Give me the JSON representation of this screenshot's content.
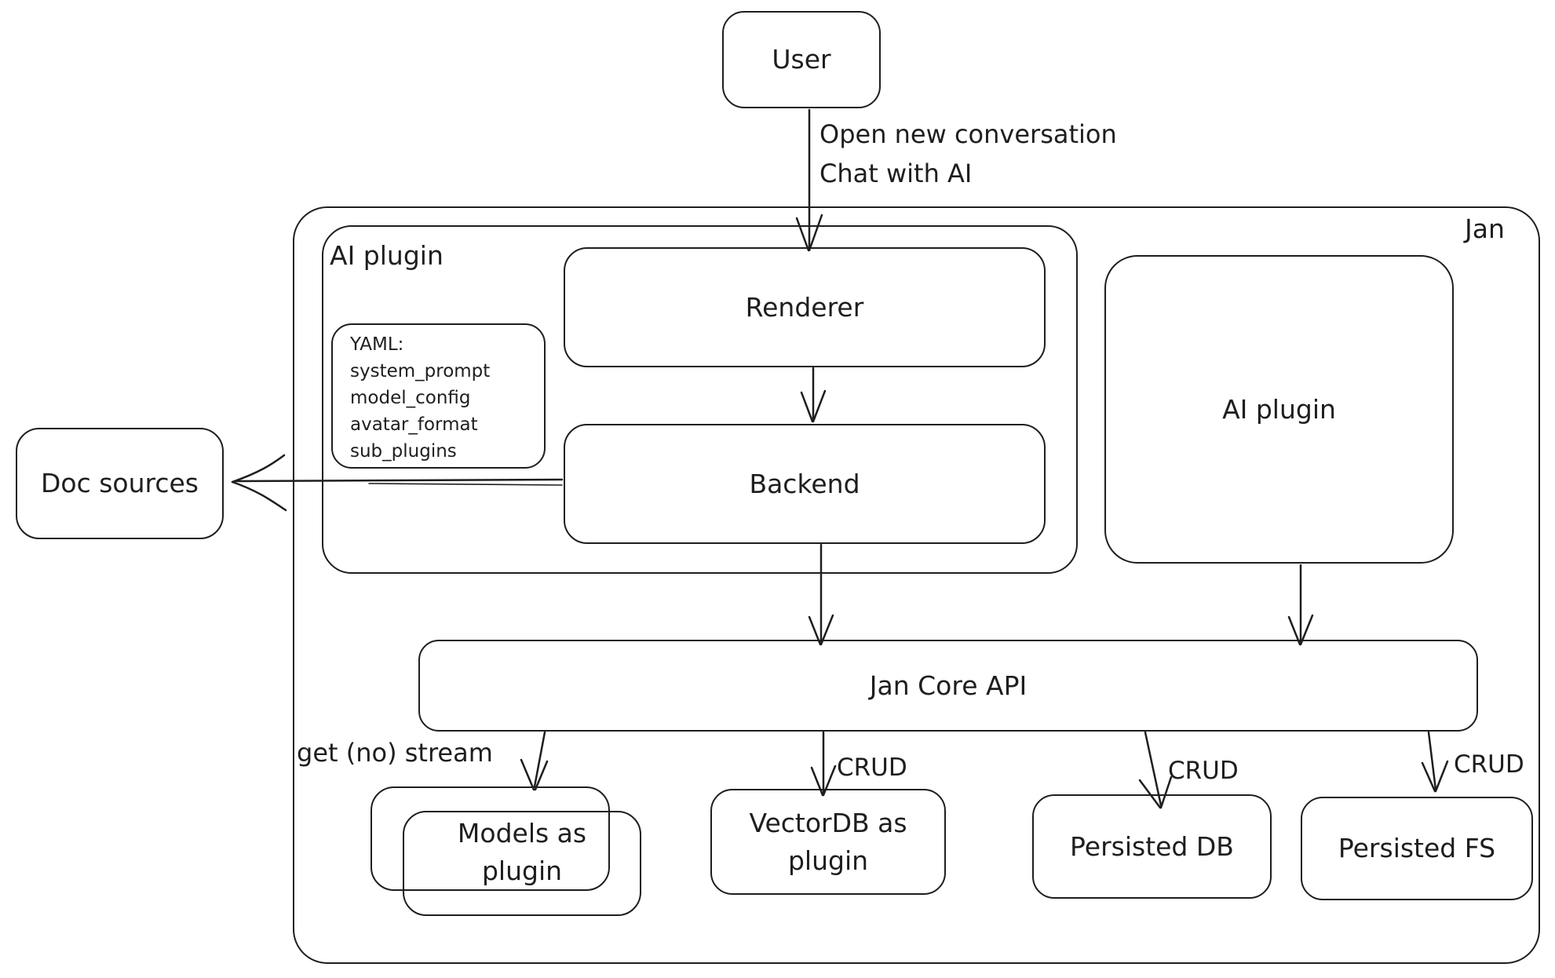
{
  "diagram": {
    "nodes": {
      "user": {
        "label": "User"
      },
      "jan_container": {
        "label": "Jan"
      },
      "ai_plugin_left": {
        "label": "AI plugin"
      },
      "yaml_note": {
        "title": "YAML:",
        "lines": [
          "system_prompt",
          "model_config",
          "avatar_format",
          "sub_plugins"
        ]
      },
      "renderer": {
        "label": "Renderer"
      },
      "backend": {
        "label": "Backend"
      },
      "doc_sources": {
        "label": "Doc sources"
      },
      "ai_plugin_right": {
        "label": "AI plugin"
      },
      "jan_core_api": {
        "label": "Jan Core API"
      },
      "models_plugin": {
        "label": "Models as plugin"
      },
      "vectordb_plugin": {
        "label": "VectorDB as plugin"
      },
      "persisted_db": {
        "label": "Persisted DB"
      },
      "persisted_fs": {
        "label": "Persisted FS"
      }
    },
    "edge_labels": {
      "user_to_renderer_line1": "Open new conversation",
      "user_to_renderer_line2": "Chat with AI",
      "get_no_stream": "get (no) stream",
      "crud_vectordb": "CRUD",
      "crud_persisted_db": "CRUD",
      "crud_persisted_fs": "CRUD"
    },
    "colors": {
      "stroke": "#1e1e1e",
      "background": "#ffffff"
    }
  }
}
